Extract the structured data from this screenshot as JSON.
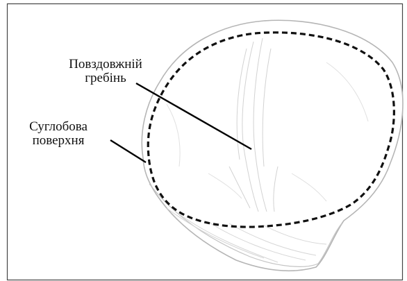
{
  "labels": {
    "ridge_line1": "Повздовжній",
    "ridge_line2": "гребінь",
    "surface_line1": "Суглобова",
    "surface_line2": "поверхня"
  },
  "colors": {
    "outline": "#b9b9b9",
    "dash": "#111111",
    "leader": "#000000",
    "border": "#444444"
  }
}
